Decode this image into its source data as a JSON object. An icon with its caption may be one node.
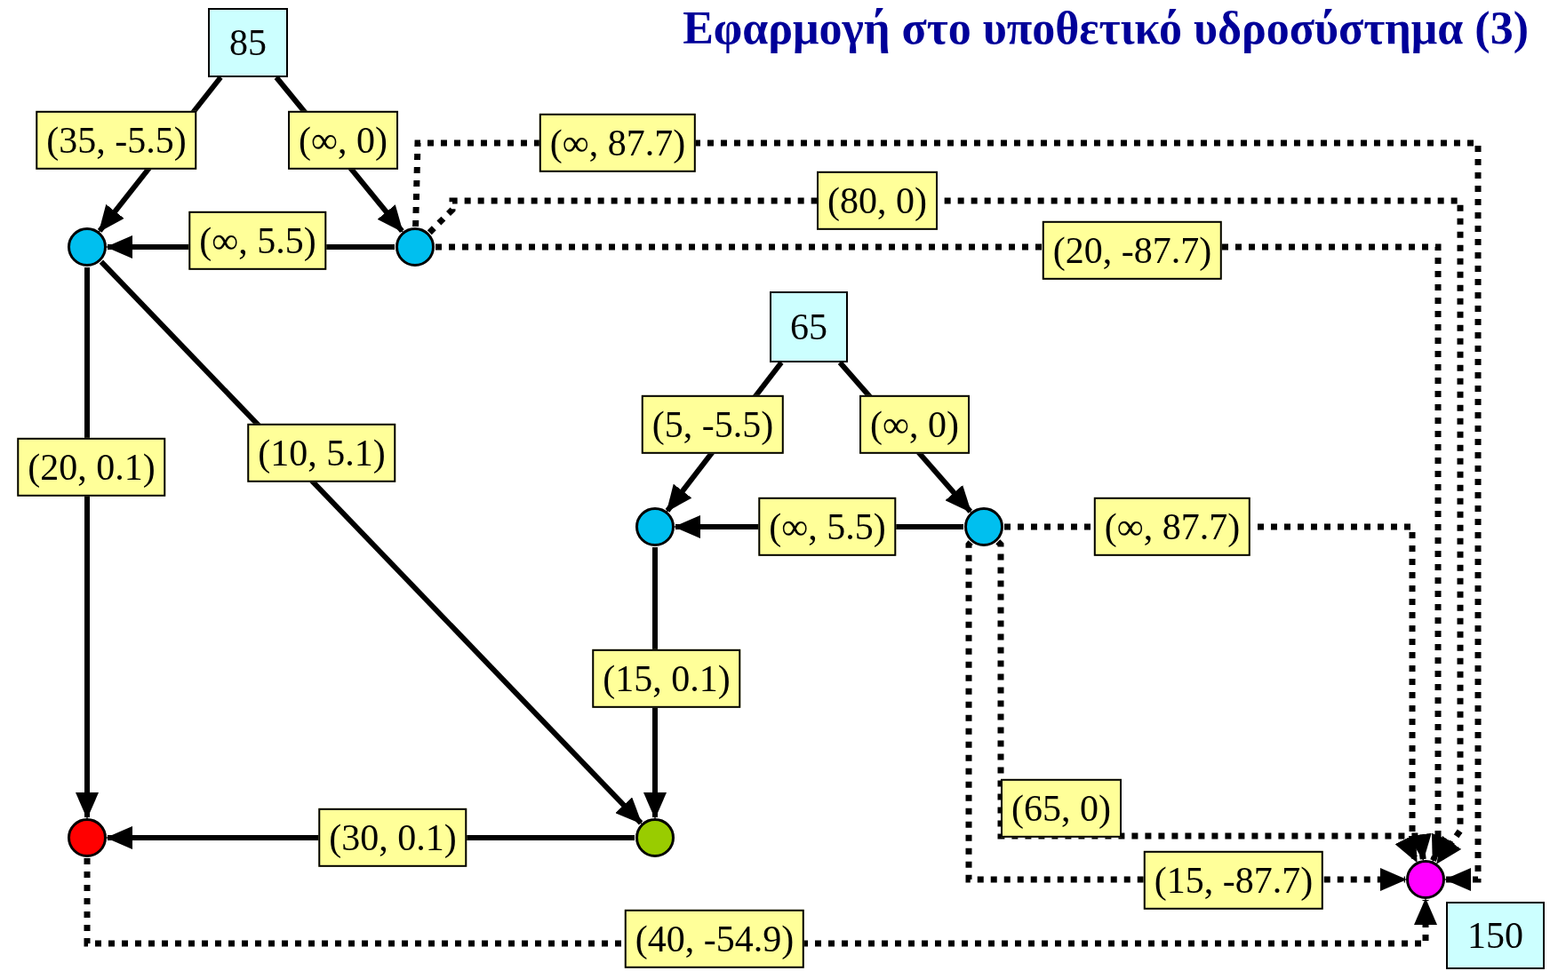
{
  "diagram": {
    "title": "Εφαρμογή στο υποθετικό υδροσύστημα (3)",
    "nodes": [
      {
        "text": [
          "85"
        ]
      },
      {
        "text": [],
        "shape": "circle"
      },
      {
        "text": [],
        "shape": "circle"
      },
      {
        "text": [
          "65"
        ]
      },
      {
        "text": [],
        "shape": "circle"
      },
      {
        "text": [],
        "shape": "circle"
      },
      {
        "text": [],
        "shape": "circle"
      },
      {
        "text": [],
        "shape": "circle"
      },
      {
        "text": [],
        "shape": "circle"
      },
      {
        "text": [
          "150"
        ]
      }
    ],
    "edges": [
      {
        "from": 0,
        "to": 1,
        "arrow": "to",
        "label": "(35, -5.5)"
      },
      {
        "from": 0,
        "to": 2,
        "arrow": "to",
        "label": "(∞, 0)"
      },
      {
        "from": 2,
        "to": 1,
        "arrow": "to",
        "label": "(∞, 5.5)"
      },
      {
        "from": 1,
        "to": 6,
        "arrow": "to",
        "label": "(20, 0.1)"
      },
      {
        "from": 1,
        "to": 7,
        "arrow": "to",
        "label": "(10, 5.1)"
      },
      {
        "from": 3,
        "to": 4,
        "arrow": "to",
        "label": "(5, -5.5)"
      },
      {
        "from": 3,
        "to": 5,
        "arrow": "to",
        "label": "(∞, 0)"
      },
      {
        "from": 5,
        "to": 4,
        "arrow": "to",
        "label": "(∞, 5.5)"
      },
      {
        "from": 4,
        "to": 7,
        "arrow": "to",
        "label": "(15, 0.1)"
      },
      {
        "from": 7,
        "to": 6,
        "arrow": "to",
        "label": "(30, 0.1)"
      },
      {
        "from": 2,
        "to": 8,
        "arrow": "to",
        "label": "(∞, 87.7)",
        "style": "dashed"
      },
      {
        "from": 2,
        "to": 8,
        "arrow": "to",
        "label": "(80, 0)",
        "style": "dashed"
      },
      {
        "from": 2,
        "to": 8,
        "arrow": "to",
        "label": "(20, -87.7)",
        "style": "dashed"
      },
      {
        "from": 5,
        "to": 8,
        "arrow": "to",
        "label": "(∞, 87.7)",
        "style": "dashed"
      },
      {
        "from": 5,
        "to": 8,
        "arrow": "to",
        "label": "(65, 0)",
        "style": "dashed"
      },
      {
        "from": 5,
        "to": 8,
        "arrow": "to",
        "label": "(15, -87.7)",
        "style": "dashed"
      },
      {
        "from": 6,
        "to": 8,
        "arrow": "to",
        "label": "(40, -54.9)",
        "style": "dashed"
      }
    ]
  }
}
